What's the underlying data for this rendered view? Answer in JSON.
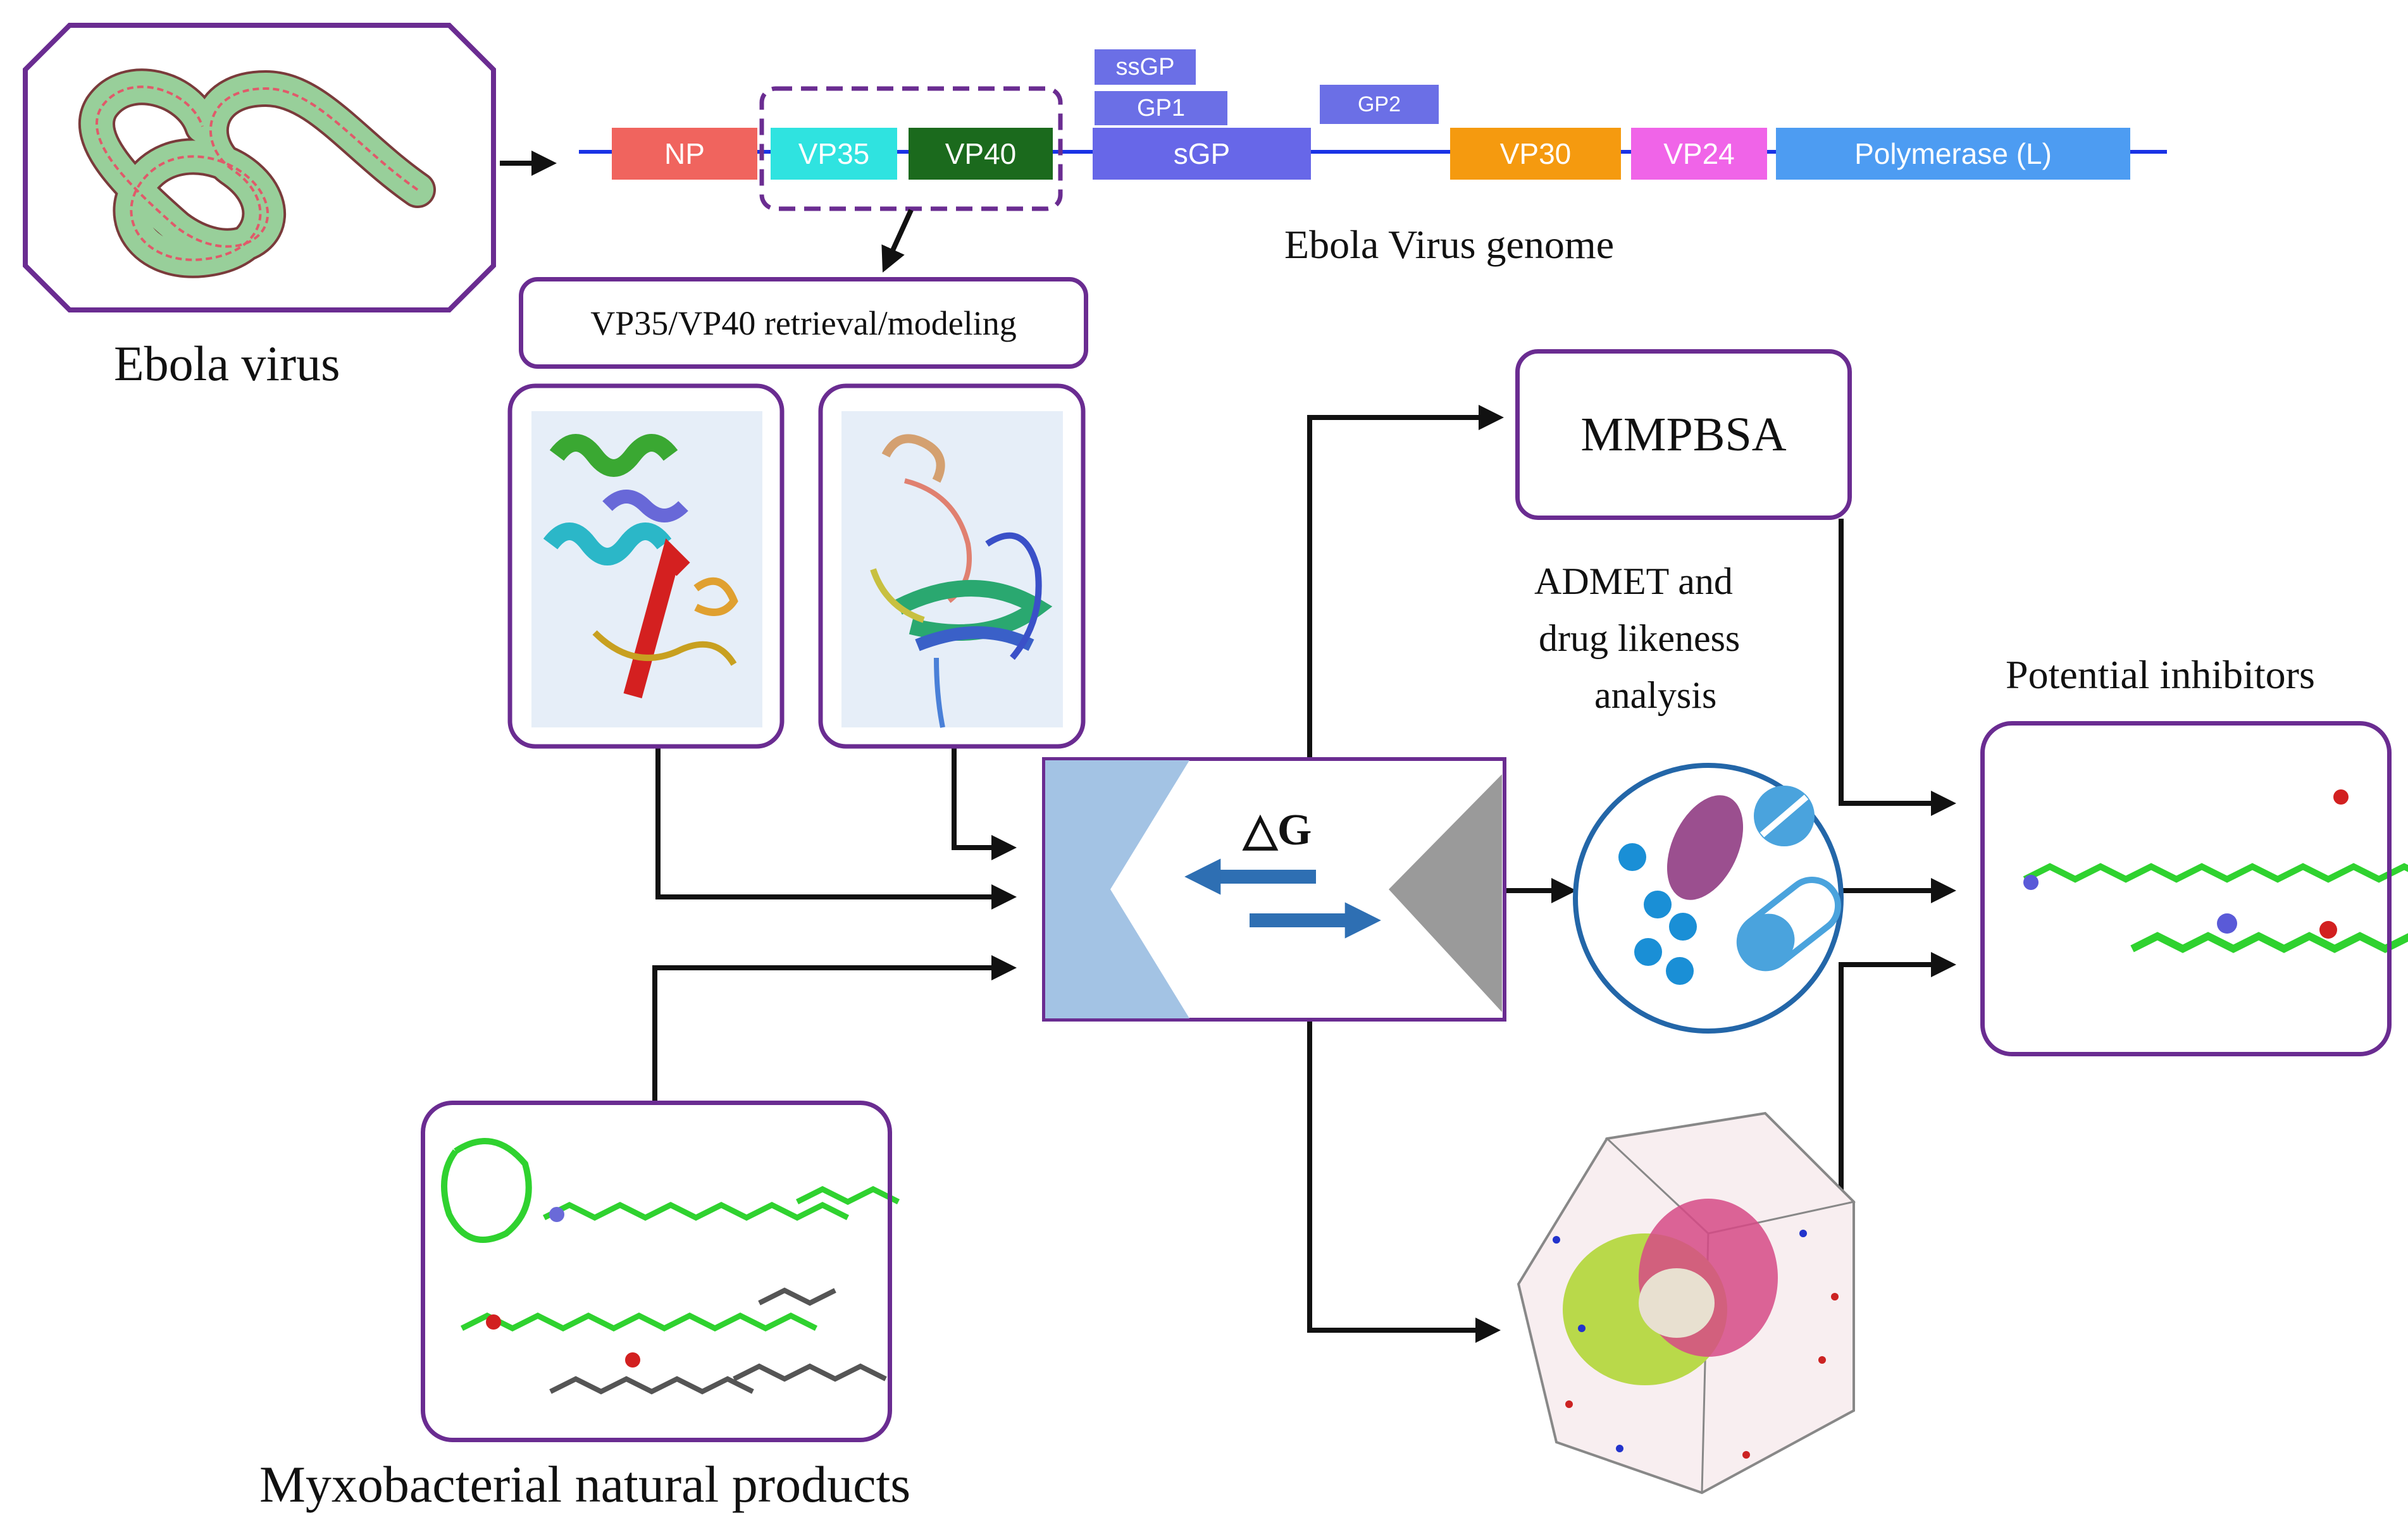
{
  "virus": {
    "caption": "Ebola virus"
  },
  "genome": {
    "caption": "Ebola Virus genome",
    "genes": {
      "np": "NP",
      "vp35": "VP35",
      "vp40": "VP40",
      "sgp": "sGP",
      "vp30": "VP30",
      "vp24": "VP24",
      "polymerase": "Polymerase (L)"
    },
    "products": {
      "ssgp": "ssGP",
      "gp1": "GP1",
      "gp2": "GP2"
    },
    "colors": {
      "np": "#f0645e",
      "vp35": "#2fe3e0",
      "vp40": "#1b6a1d",
      "sgp": "#6767e8",
      "vp30": "#f59a0f",
      "vp24": "#f064e8",
      "polymerase": "#4d9cf2",
      "line": "#1a33e6"
    }
  },
  "modeling": {
    "label": "VP35/VP40 retrieval/modeling"
  },
  "docking": {
    "symbol": "△G"
  },
  "mmpbsa": {
    "label": "MMPBSA"
  },
  "admet": {
    "line1": "ADMET and",
    "line2": "drug likeness",
    "line3": "analysis"
  },
  "inhibitors": {
    "caption": "Potential inhibitors"
  },
  "library": {
    "caption": "Myxobacterial natural products"
  },
  "theme": {
    "frame": "#6a2c91",
    "arrow": "#111111",
    "dock_blue": "#a3c3e4",
    "dock_grey": "#9a9a9a",
    "flow_arrow": "#2e6fb3"
  }
}
